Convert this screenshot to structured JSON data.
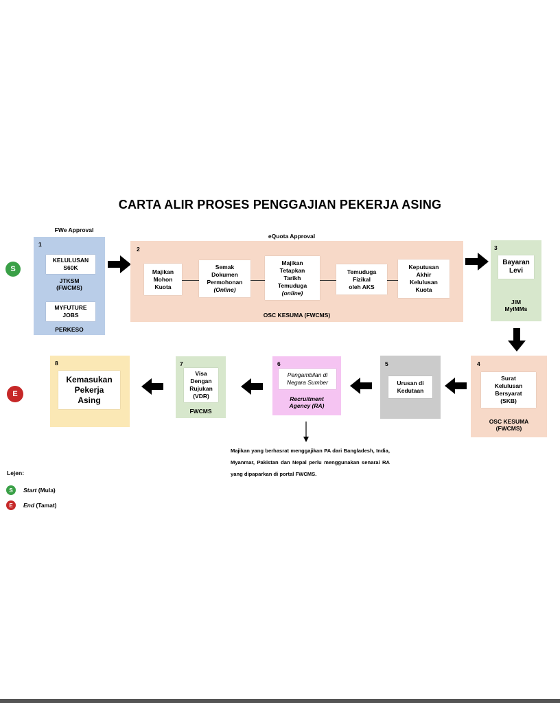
{
  "title": "CARTA ALIR PROSES PENGGAJIAN PEKERJA ASING",
  "sections": {
    "fwe": "FWe Approval",
    "equota": "eQuota Approval"
  },
  "stages": [
    {
      "num": "1",
      "color": "#b9cde8",
      "boxes": [
        [
          "KELULUSAN",
          "S60K"
        ],
        [
          "MYFUTURE",
          "JOBS"
        ]
      ],
      "labels": [
        [
          "JTKSM",
          "(FWCMS)"
        ],
        [
          "PERKESO"
        ]
      ]
    },
    {
      "num": "2",
      "color": "#f7d9c8",
      "steps": [
        [
          "Majikan",
          "Mohon",
          "Kuota"
        ],
        [
          "Semak",
          "Dokumen",
          "Permohonan",
          "(Online)"
        ],
        [
          "Majikan",
          "Tetapkan",
          "Tarikh",
          "Temuduga",
          "(online)"
        ],
        [
          "Temuduga",
          "Fizikal",
          "oleh AKS"
        ],
        [
          "Keputusan",
          "Akhir",
          "Kelulusan",
          "Kuota"
        ]
      ],
      "label": "OSC KESUMA (FWCMS)"
    },
    {
      "num": "3",
      "color": "#d7e7cc",
      "box": [
        "Bayaran",
        "Levi"
      ],
      "label": [
        "JIM",
        "MyIMMs"
      ]
    },
    {
      "num": "4",
      "color": "#f7d9c8",
      "box": [
        "Surat",
        "Kelulusan",
        "Bersyarat",
        "(SKB)"
      ],
      "label": [
        "OSC KESUMA",
        "(FWCMS)"
      ]
    },
    {
      "num": "5",
      "color": "#cbcbcb",
      "box": [
        "Urusan di",
        "Kedutaan"
      ]
    },
    {
      "num": "6",
      "color": "#f5c4f2",
      "box": [
        "Pengambilan di",
        "Negara Sumber"
      ],
      "label": [
        "Recruitment",
        "Agency (RA)"
      ]
    },
    {
      "num": "7",
      "color": "#d7e7cc",
      "box": [
        "Visa",
        "Dengan",
        "Rujukan",
        "(VDR)"
      ],
      "label": [
        "FWCMS"
      ]
    },
    {
      "num": "8",
      "color": "#fbe8b5",
      "box": [
        "Kemasukan",
        "Pekerja",
        "Asing"
      ]
    }
  ],
  "start_label": "S",
  "end_label": "E",
  "note": "Majikan yang berhasrat menggajikan PA dari Bangladesh, India, Myanmar, Pakistan dan Nepal perlu menggunakan senarai RA yang dipaparkan di portal FWCMS.",
  "legend": {
    "title": "Lejen:",
    "start_em": "Start",
    "start_rest": " (Mula)",
    "end_em": "End",
    "end_rest": " (Tamat)"
  },
  "colors": {
    "start": "#3aa047",
    "end": "#c62828",
    "arrow": "#000000"
  }
}
